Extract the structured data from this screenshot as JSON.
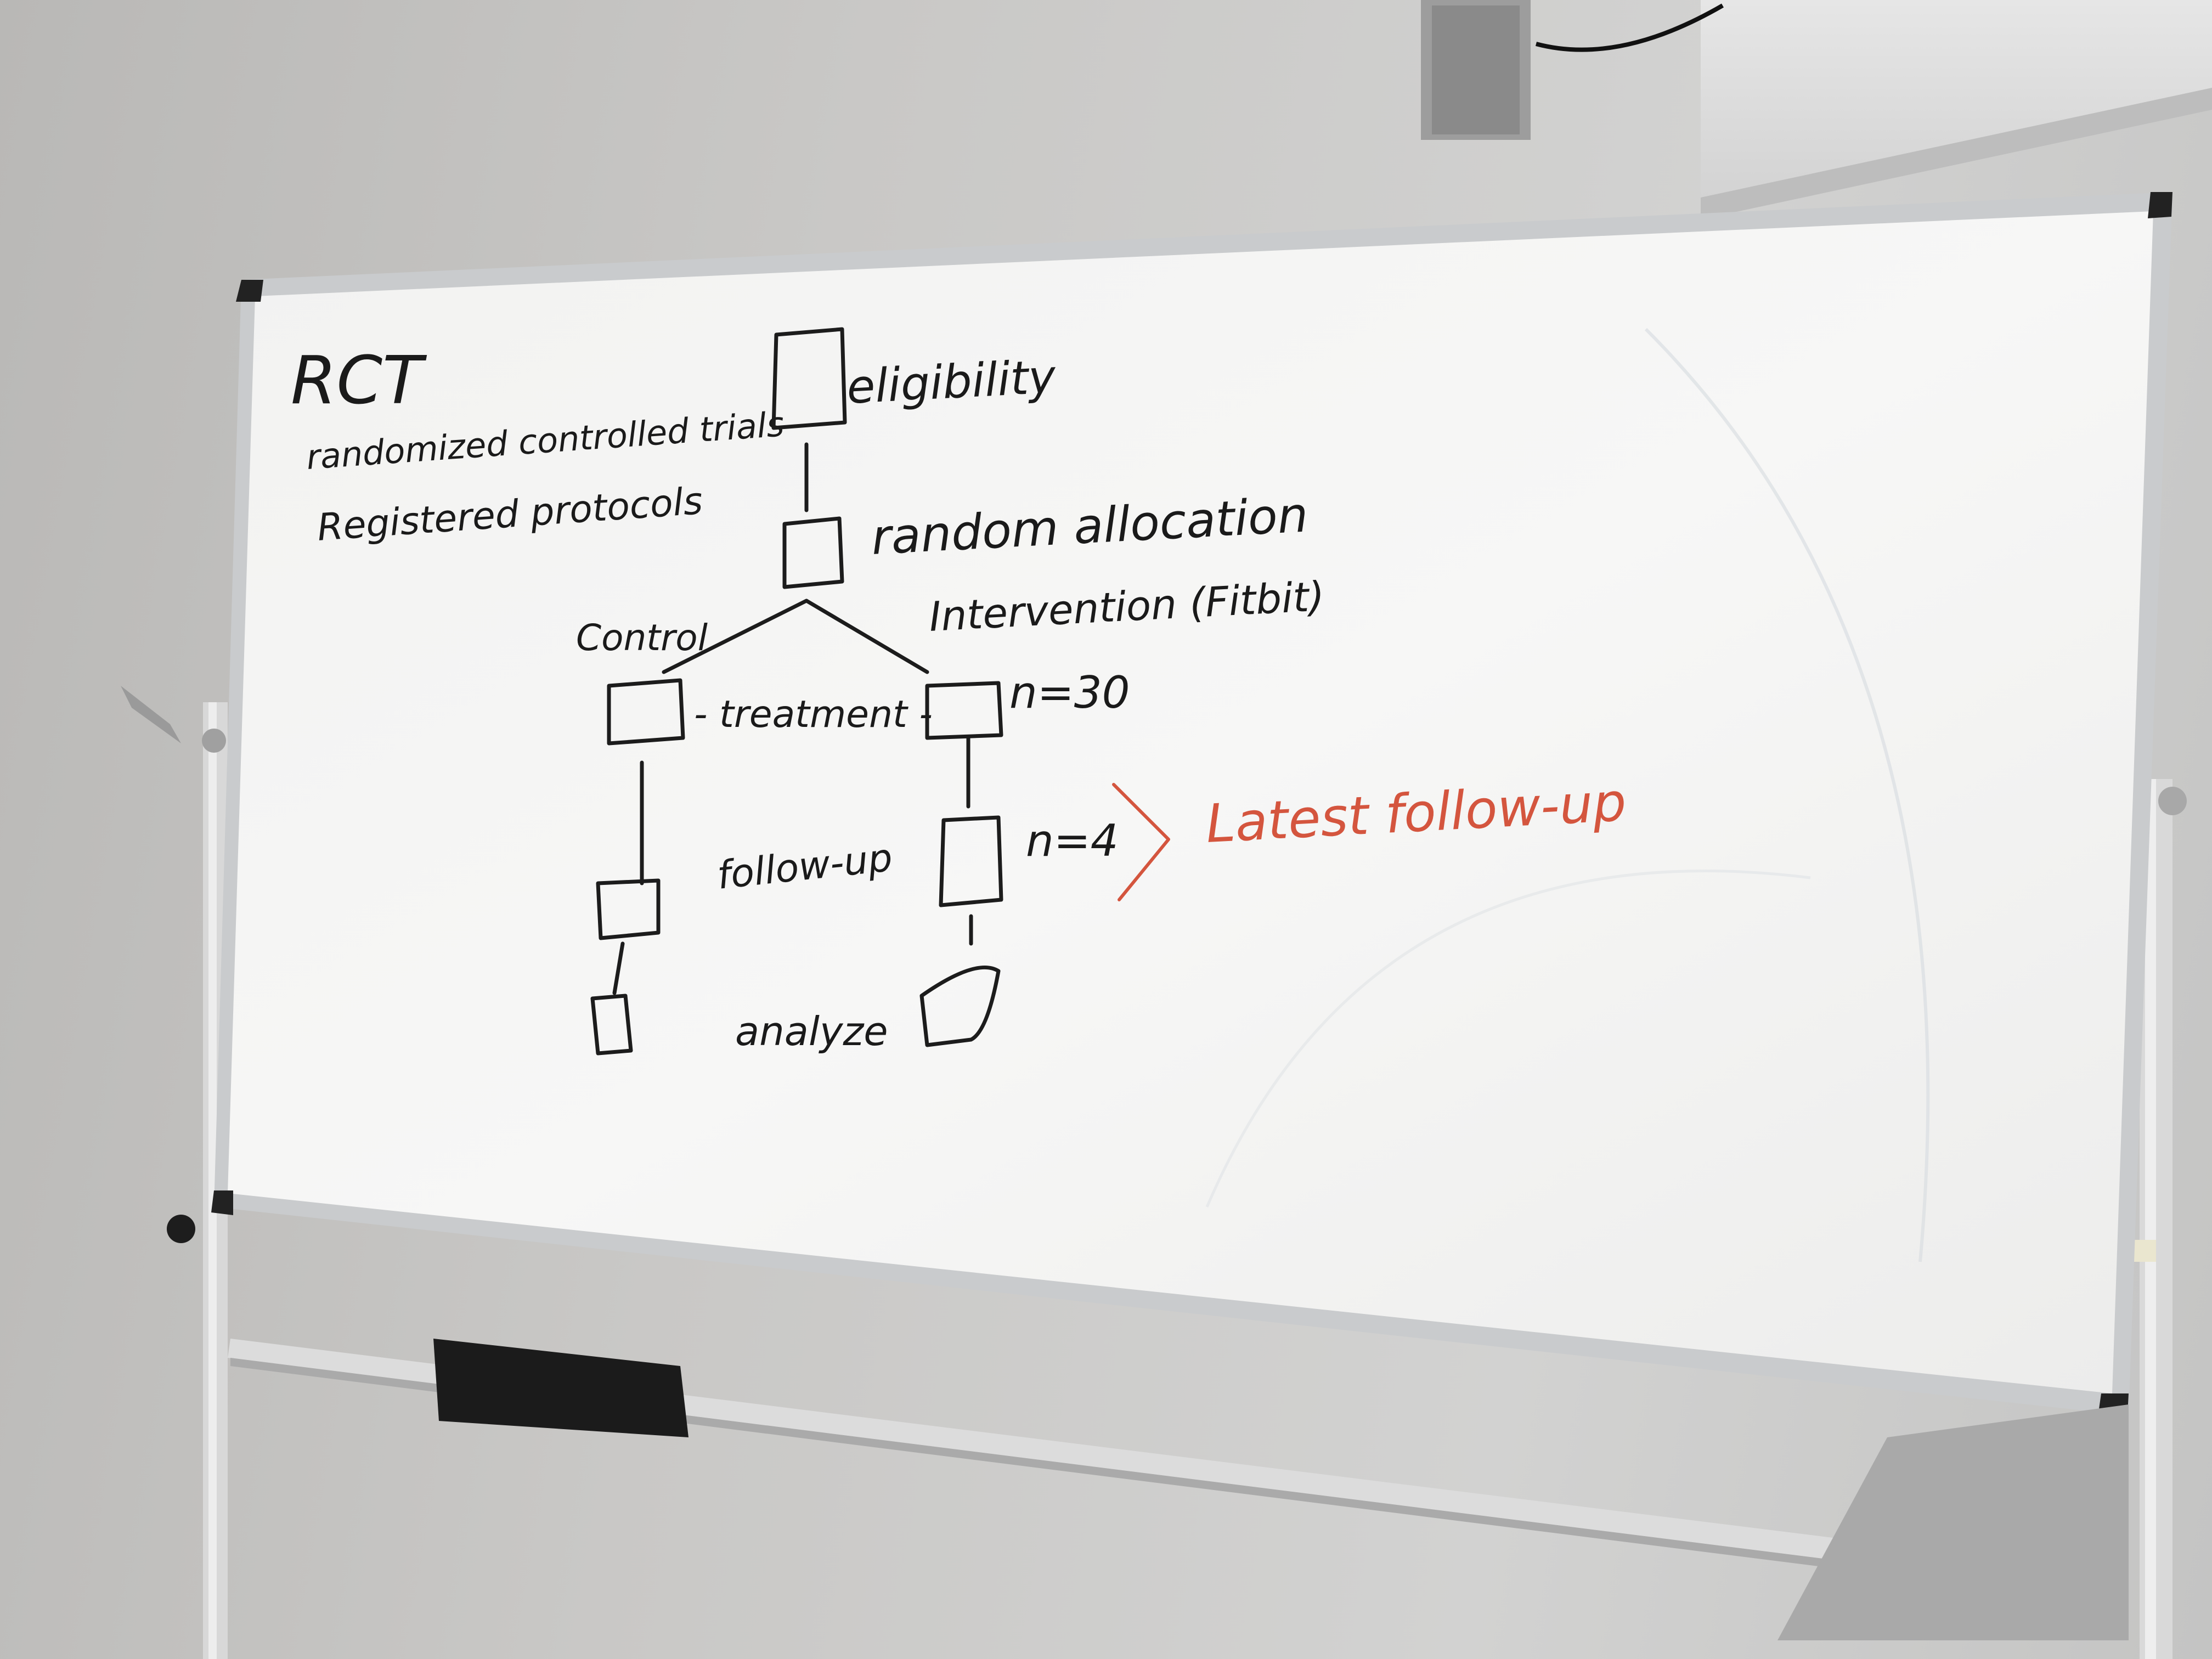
{
  "whiteboard": {
    "title": "RCT",
    "subtitle": "randomized controlled trials",
    "note": "Registered protocols",
    "flow": {
      "top_box_label": "eligibility",
      "allocation_label": "random allocation",
      "left_arm_label": "Control",
      "right_arm_label": "Intervention (Fitbit)",
      "treatment_label": "- treatment -",
      "n_intervention": "n=30",
      "follow_up_label": "follow-up",
      "n_follow_up": "n=4",
      "analysis_label": "analyze"
    },
    "annotation": "Latest follow-up"
  },
  "colors": {
    "ink": "#1a1a1a",
    "red_marker": "#d4553e",
    "board_surface": "#f4f4f3",
    "frame": "#c9cbcd",
    "wall": "#c6c5c3"
  }
}
